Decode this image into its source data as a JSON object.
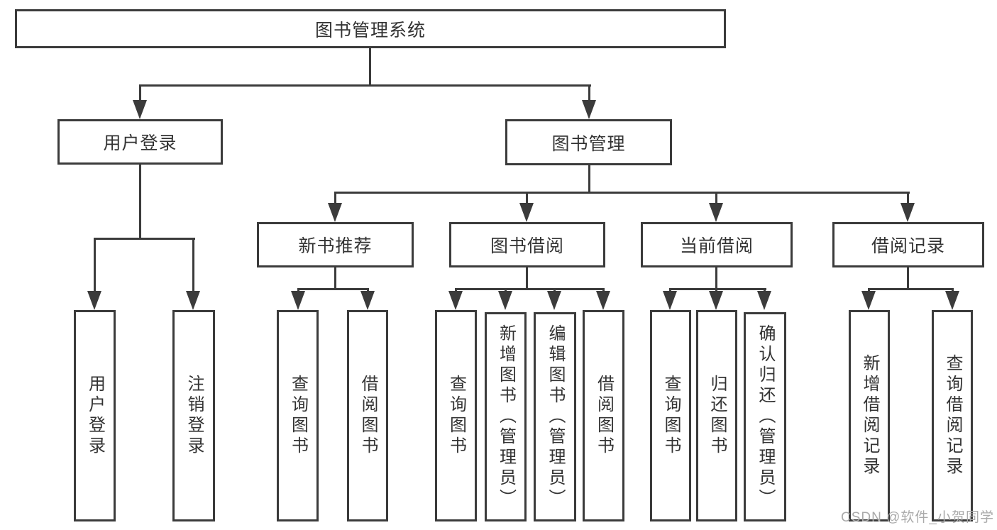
{
  "diagram": {
    "root": "图书管理系统",
    "user_login": {
      "label": "用户登录",
      "children": [
        "用户登录",
        "注销登录"
      ]
    },
    "book_mgmt": {
      "label": "图书管理",
      "new_book_rec": {
        "label": "新书推荐",
        "children": [
          "查询图书",
          "借阅图书"
        ]
      },
      "book_borrow": {
        "label": "图书借阅",
        "children": [
          "查询图书",
          "新增图书（管理员）",
          "编辑图书（管理员）",
          "借阅图书"
        ]
      },
      "current_borrow": {
        "label": "当前借阅",
        "children": [
          "查询图书",
          "归还图书",
          "确认归还（管理员）"
        ]
      },
      "borrow_records": {
        "label": "借阅记录",
        "children": [
          "新增借阅记录",
          "查询借阅记录"
        ]
      }
    },
    "colors": {
      "line": "#3b3b3b",
      "text": "#333333",
      "watermark": "#aaaaaa"
    },
    "watermark": "CSDN @软件_小贺同学"
  }
}
